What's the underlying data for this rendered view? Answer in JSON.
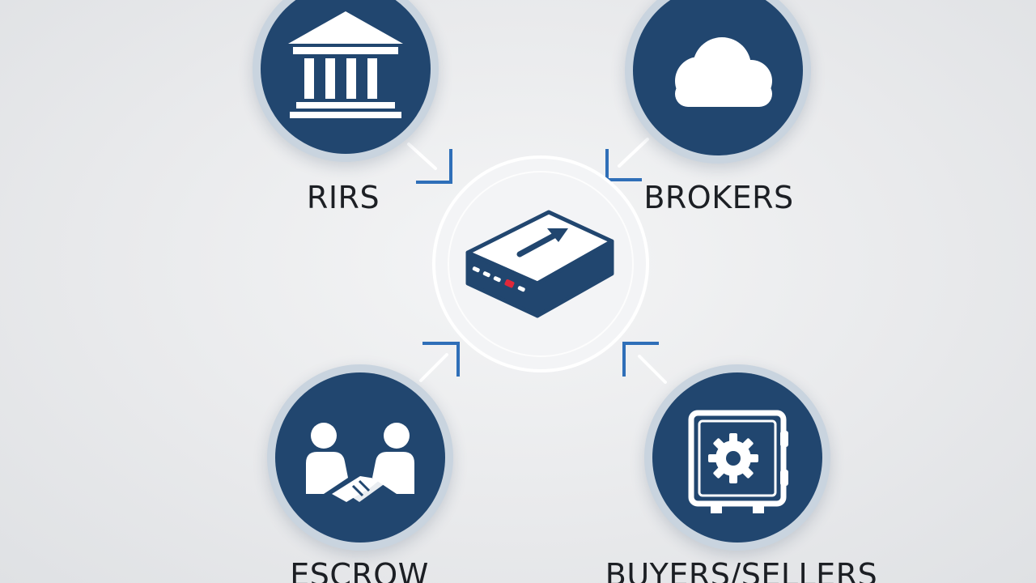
{
  "colors": {
    "node_fill": "#21466f",
    "node_ring": "#c9d4df",
    "arrow": "#2f6fb8",
    "hub_box": "#21466f",
    "indicator_red": "#e0283a",
    "background": "#e9eaec"
  },
  "nodes": [
    {
      "id": "rirs",
      "label": "RIRS",
      "icon": "bank-icon"
    },
    {
      "id": "brokers",
      "label": "BROKERS",
      "icon": "cloud-icon"
    },
    {
      "id": "escrow",
      "label": "ESCROW",
      "icon": "handshake-icon"
    },
    {
      "id": "buyers-sellers",
      "label": "BUYERS/SELLERS",
      "icon": "safe-icon"
    }
  ],
  "hub": {
    "icon": "network-box-icon"
  }
}
